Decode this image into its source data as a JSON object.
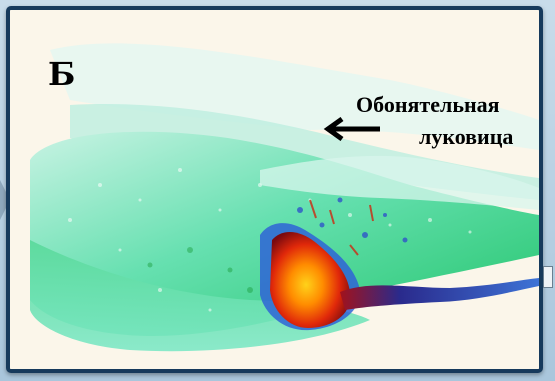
{
  "figure": {
    "panel_letter": "Б",
    "label_line1": "Обонятельная",
    "label_line2": "луковица",
    "arrow_direction": "left",
    "frame_color": "#163a5c",
    "background_color": "#fbf6ea"
  }
}
